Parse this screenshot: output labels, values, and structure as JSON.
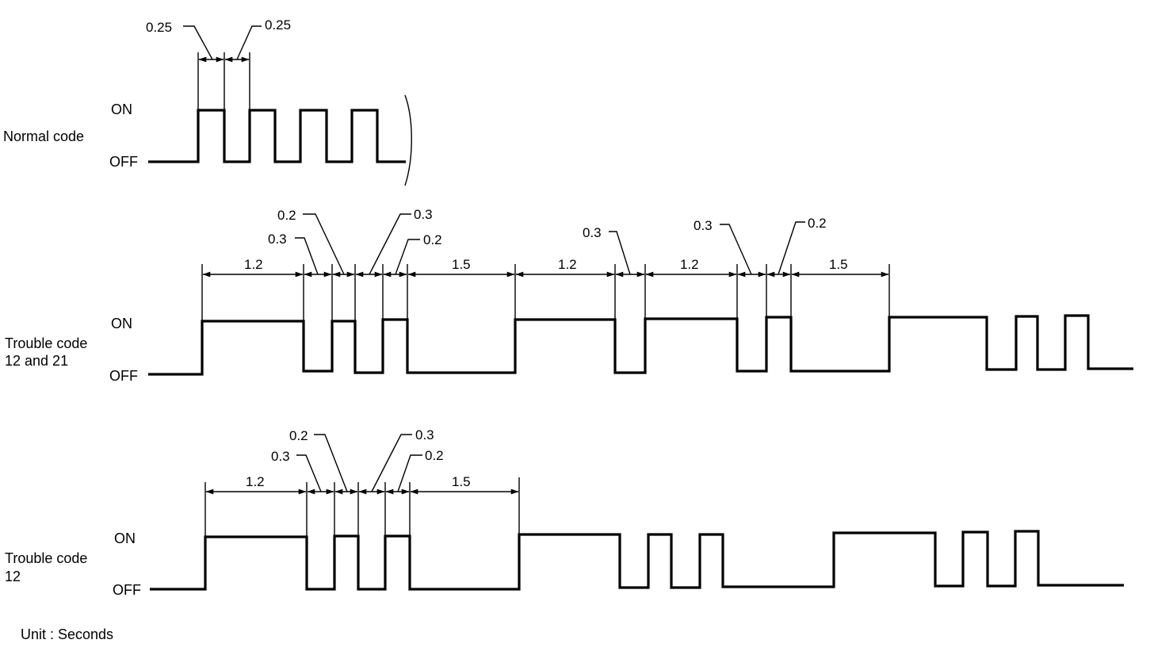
{
  "labels": {
    "on": "ON",
    "off": "OFF",
    "unit": "Unit : Seconds"
  },
  "rows": [
    {
      "id": "normal",
      "title_lines": [
        "Normal code"
      ],
      "dims": [
        "0.25",
        "0.25"
      ]
    },
    {
      "id": "trouble-12-21",
      "title_lines": [
        "Trouble code",
        "12 and 21"
      ],
      "dims": [
        "1.2",
        "0.3",
        "0.2",
        "0.3",
        "0.2",
        "1.5",
        "1.2",
        "0.3",
        "1.2",
        "0.3",
        "0.2",
        "1.5"
      ]
    },
    {
      "id": "trouble-12",
      "title_lines": [
        "Trouble code",
        "12"
      ],
      "dims": [
        "1.2",
        "0.3",
        "0.2",
        "0.3",
        "0.2",
        "1.5"
      ]
    }
  ]
}
